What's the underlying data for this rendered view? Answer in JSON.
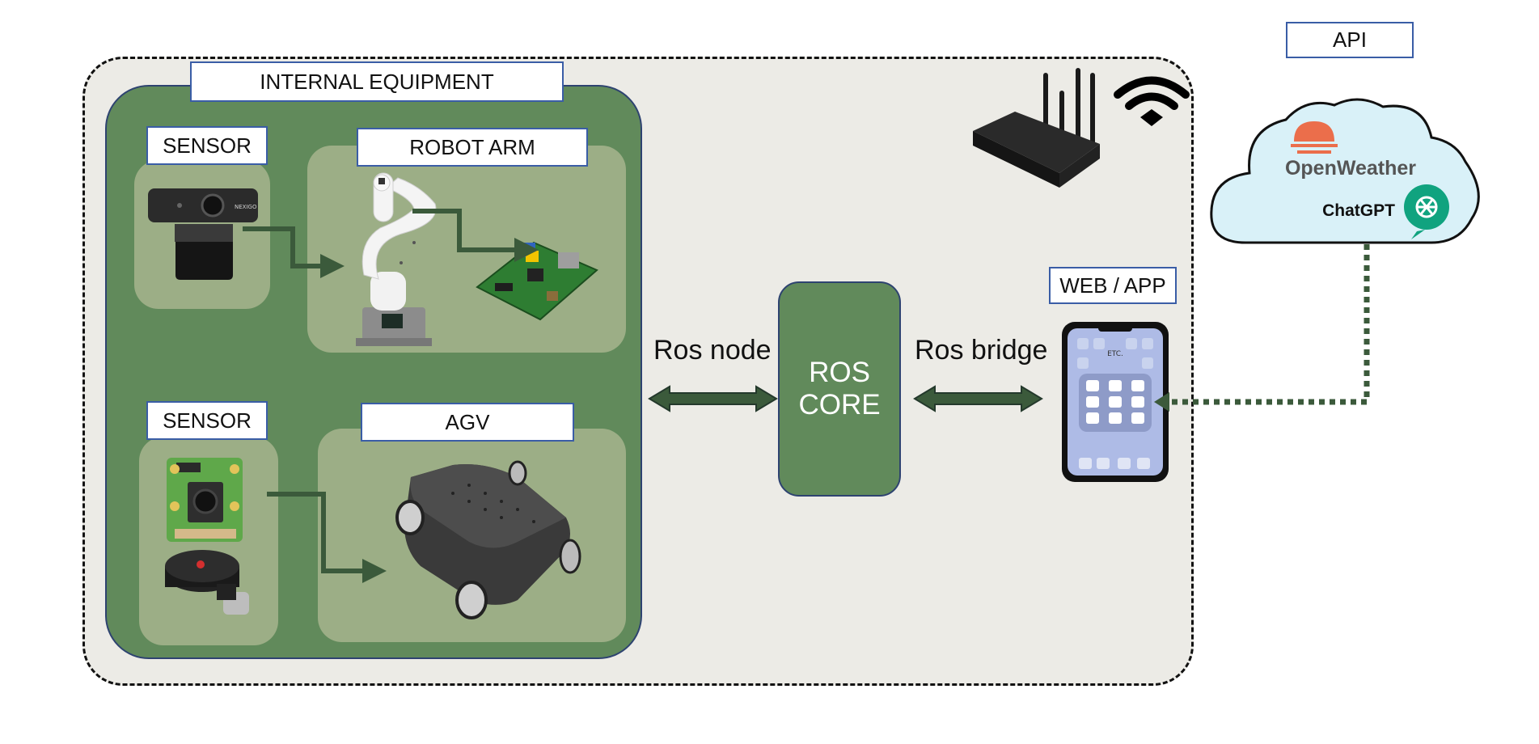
{
  "labels": {
    "internal_equipment": "INTERNAL EQUIPMENT",
    "sensor_top": "SENSOR",
    "robot_arm": "ROBOT ARM",
    "sensor_bottom": "SENSOR",
    "agv": "AGV",
    "ros_node": "Ros node",
    "ros_core_line1": "ROS",
    "ros_core_line2": "CORE",
    "ros_bridge": "Ros bridge",
    "web_app": "WEB / APP",
    "api": "API"
  },
  "cloud": {
    "openweather": "OpenWeather",
    "chatgpt": "ChatGPT"
  },
  "phone": {
    "folder_label": "ETC."
  },
  "webcam": {
    "brand": "NEXIGO"
  },
  "colors": {
    "internal_green": "#618a5b",
    "panel_green": "#9cae86",
    "outer_bg": "#ecebe6",
    "arrow_dark": "#3b5a3b",
    "label_border": "#3a5da6",
    "cloud_fill": "#d9f1f8",
    "openweather_orange": "#eb6e4b",
    "chatgpt_teal": "#10a37f"
  },
  "icons": [
    "webcam-icon",
    "robot-arm-icon",
    "raspberry-pi-board-icon",
    "camera-module-icon",
    "lidar-icon",
    "agv-robot-icon",
    "router-icon",
    "wifi-icon",
    "cloud-icon",
    "openweather-logo-icon",
    "chatgpt-logo-icon",
    "smartphone-icon"
  ]
}
